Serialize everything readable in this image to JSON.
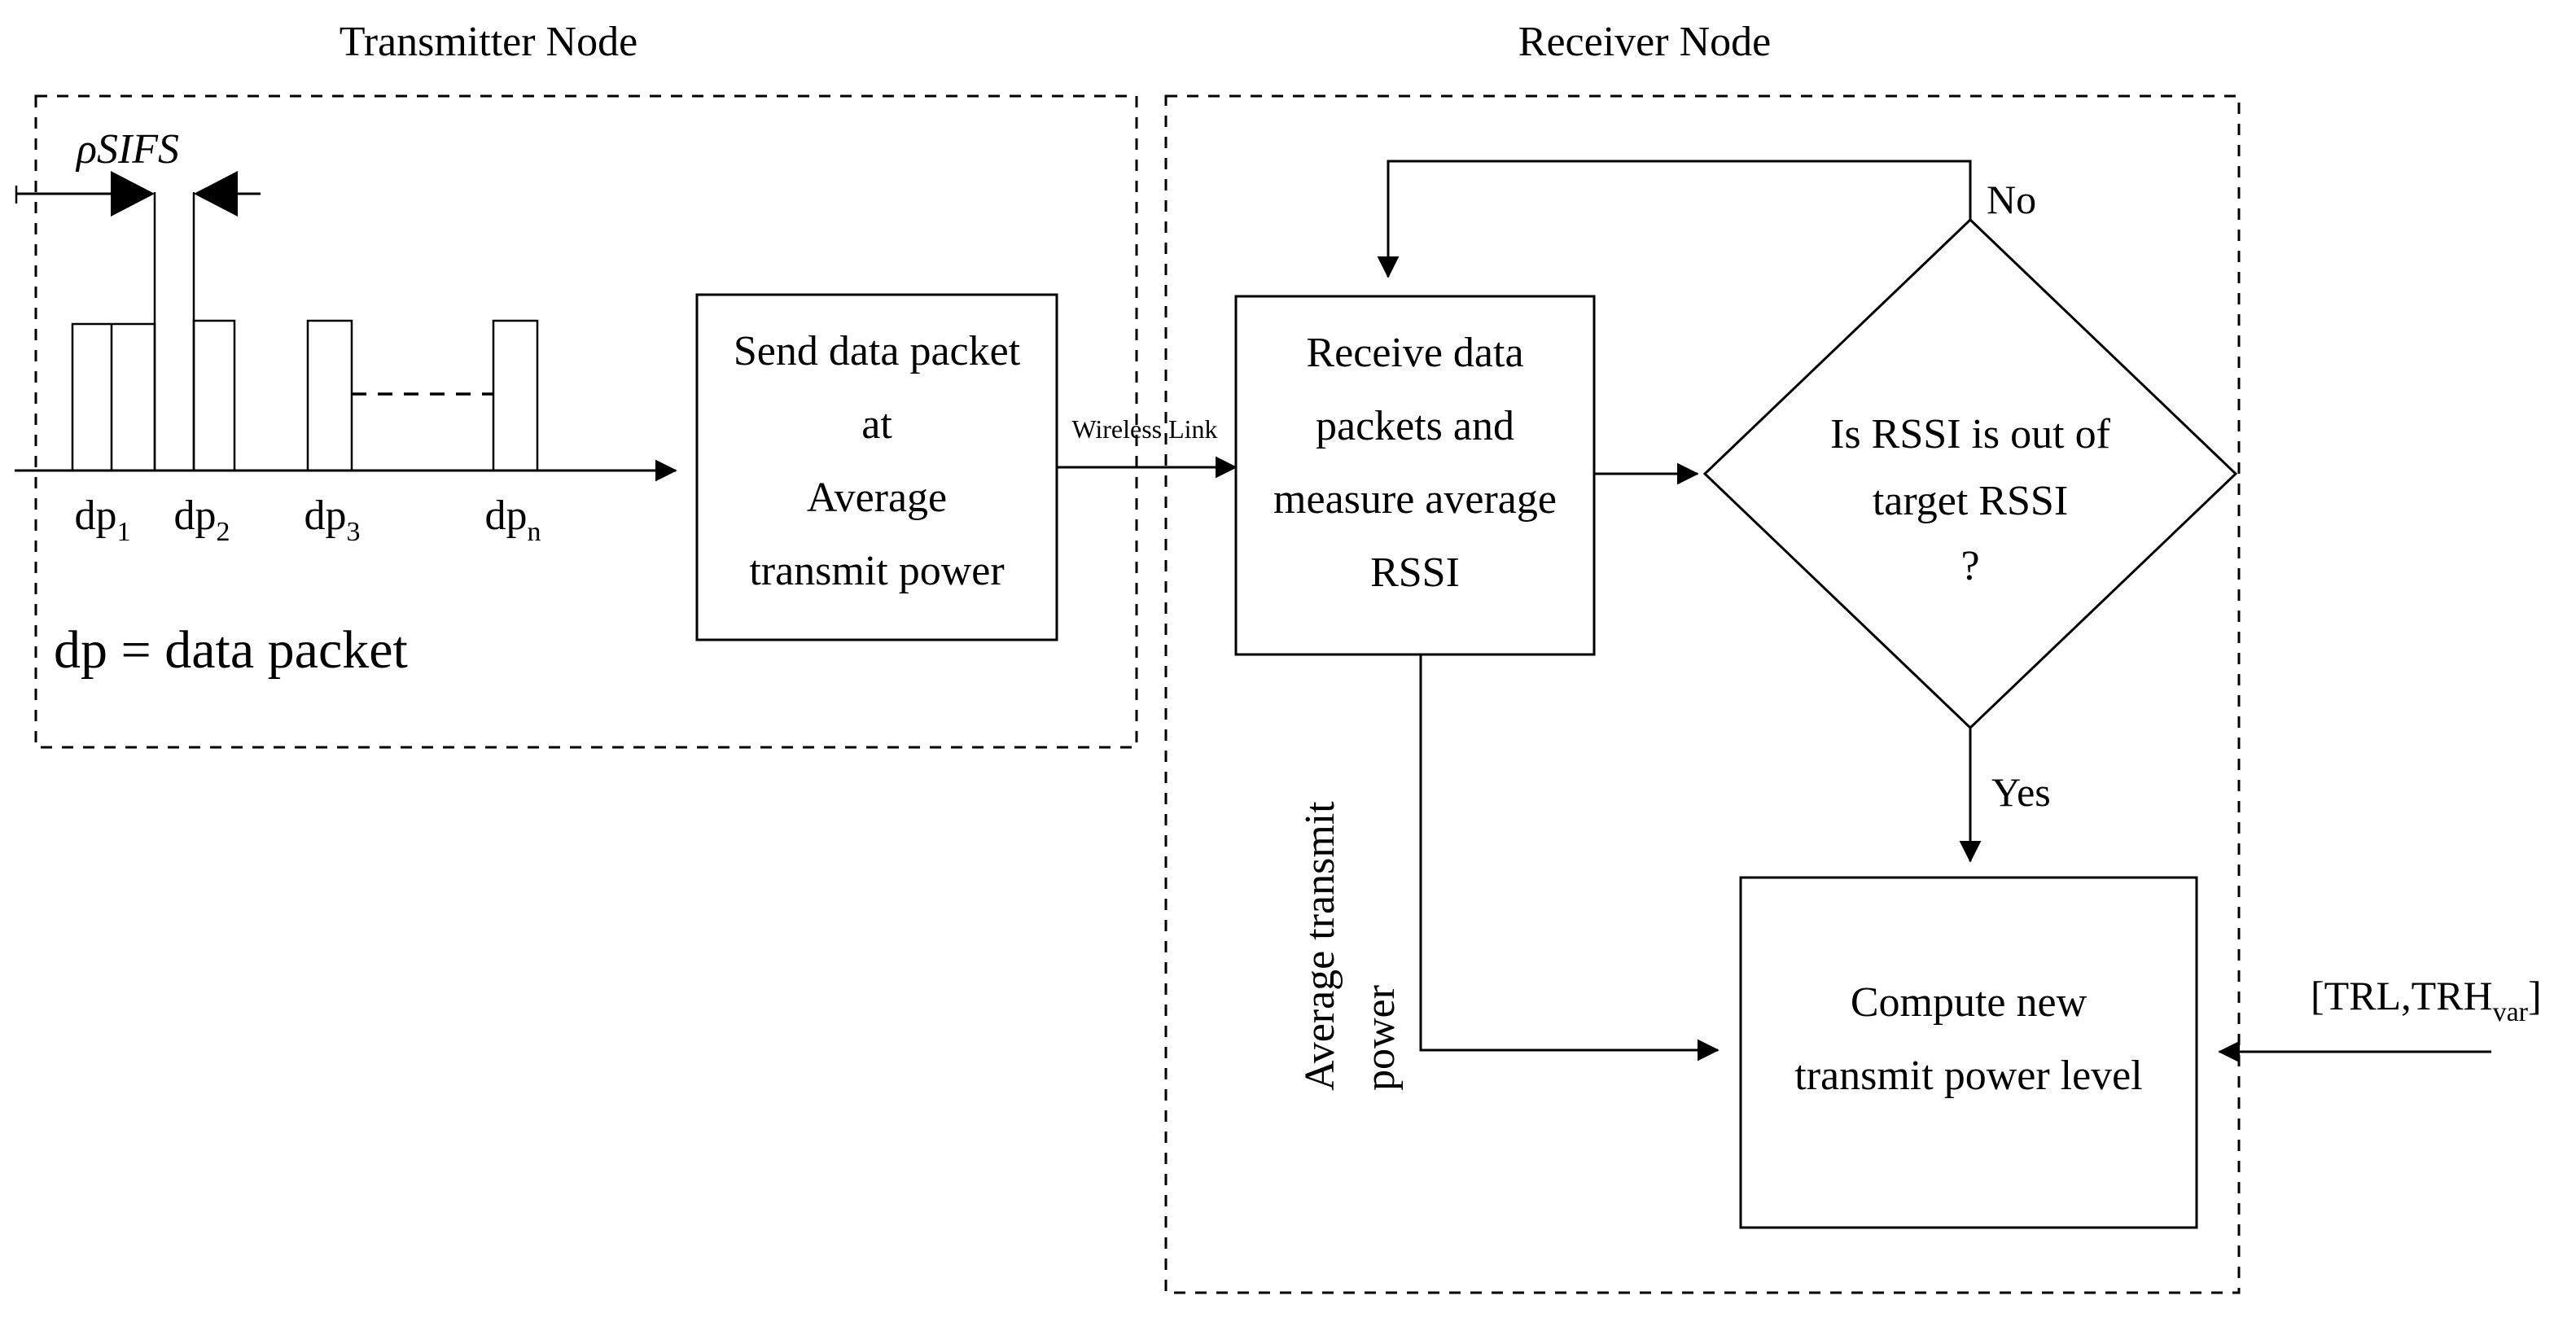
{
  "diagram": {
    "title_transmitter": "Transmitter Node",
    "title_receiver": "Receiver Node",
    "sifs_label": "ρSIFS",
    "legend": "dp = data packet",
    "packets": [
      {
        "base": "dp",
        "sub": "1"
      },
      {
        "base": "dp",
        "sub": "2"
      },
      {
        "base": "dp",
        "sub": "3"
      },
      {
        "base": "dp",
        "sub": "n"
      }
    ],
    "boxes": {
      "send": {
        "lines": [
          "Send data packet",
          "at",
          "Average",
          "transmit power"
        ]
      },
      "receive": {
        "lines": [
          "Receive data",
          "packets and",
          "measure average",
          "RSSI"
        ]
      },
      "decision": {
        "lines": [
          "Is RSSI is out of",
          "target RSSI",
          "?"
        ]
      },
      "compute": {
        "lines": [
          "Compute new",
          "transmit power level"
        ]
      }
    },
    "edges": {
      "wireless_link": "Wireless Link",
      "no_label": "No",
      "yes_label": "Yes",
      "feedback_line1": "Average transmit",
      "feedback_line2": "power"
    },
    "threshold": {
      "prefix": "[TRL,TRH",
      "subscript": "var",
      "suffix": "]"
    },
    "colors": {
      "stroke": "#000000",
      "background": "#ffffff",
      "text": "#000000"
    }
  }
}
